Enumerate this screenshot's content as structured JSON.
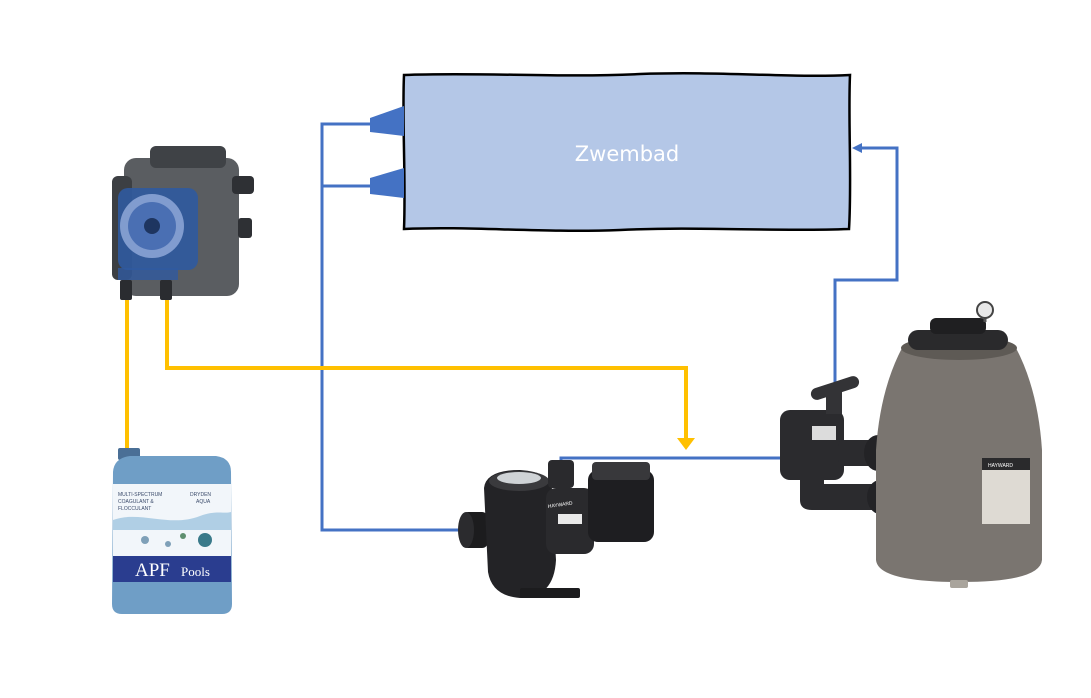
{
  "pool": {
    "label": "Zwembad"
  },
  "container": {
    "label_line1": "MULTI-SPECTRUM",
    "label_line2": "COAGULANT &",
    "label_line3": "FLOCCULANT",
    "maker_line1": "DRYDEN",
    "maker_line2": "AQUA",
    "brand_main": "APF",
    "brand_suffix": "Pools"
  },
  "pump": {
    "brand": "HAYWARD"
  },
  "filter": {
    "brand": "HAYWARD"
  },
  "colors": {
    "pool_fill": "#b4c7e7",
    "pool_outline": "#000000",
    "water_pipe": "#4472c4",
    "dosing_line": "#ffc000"
  }
}
